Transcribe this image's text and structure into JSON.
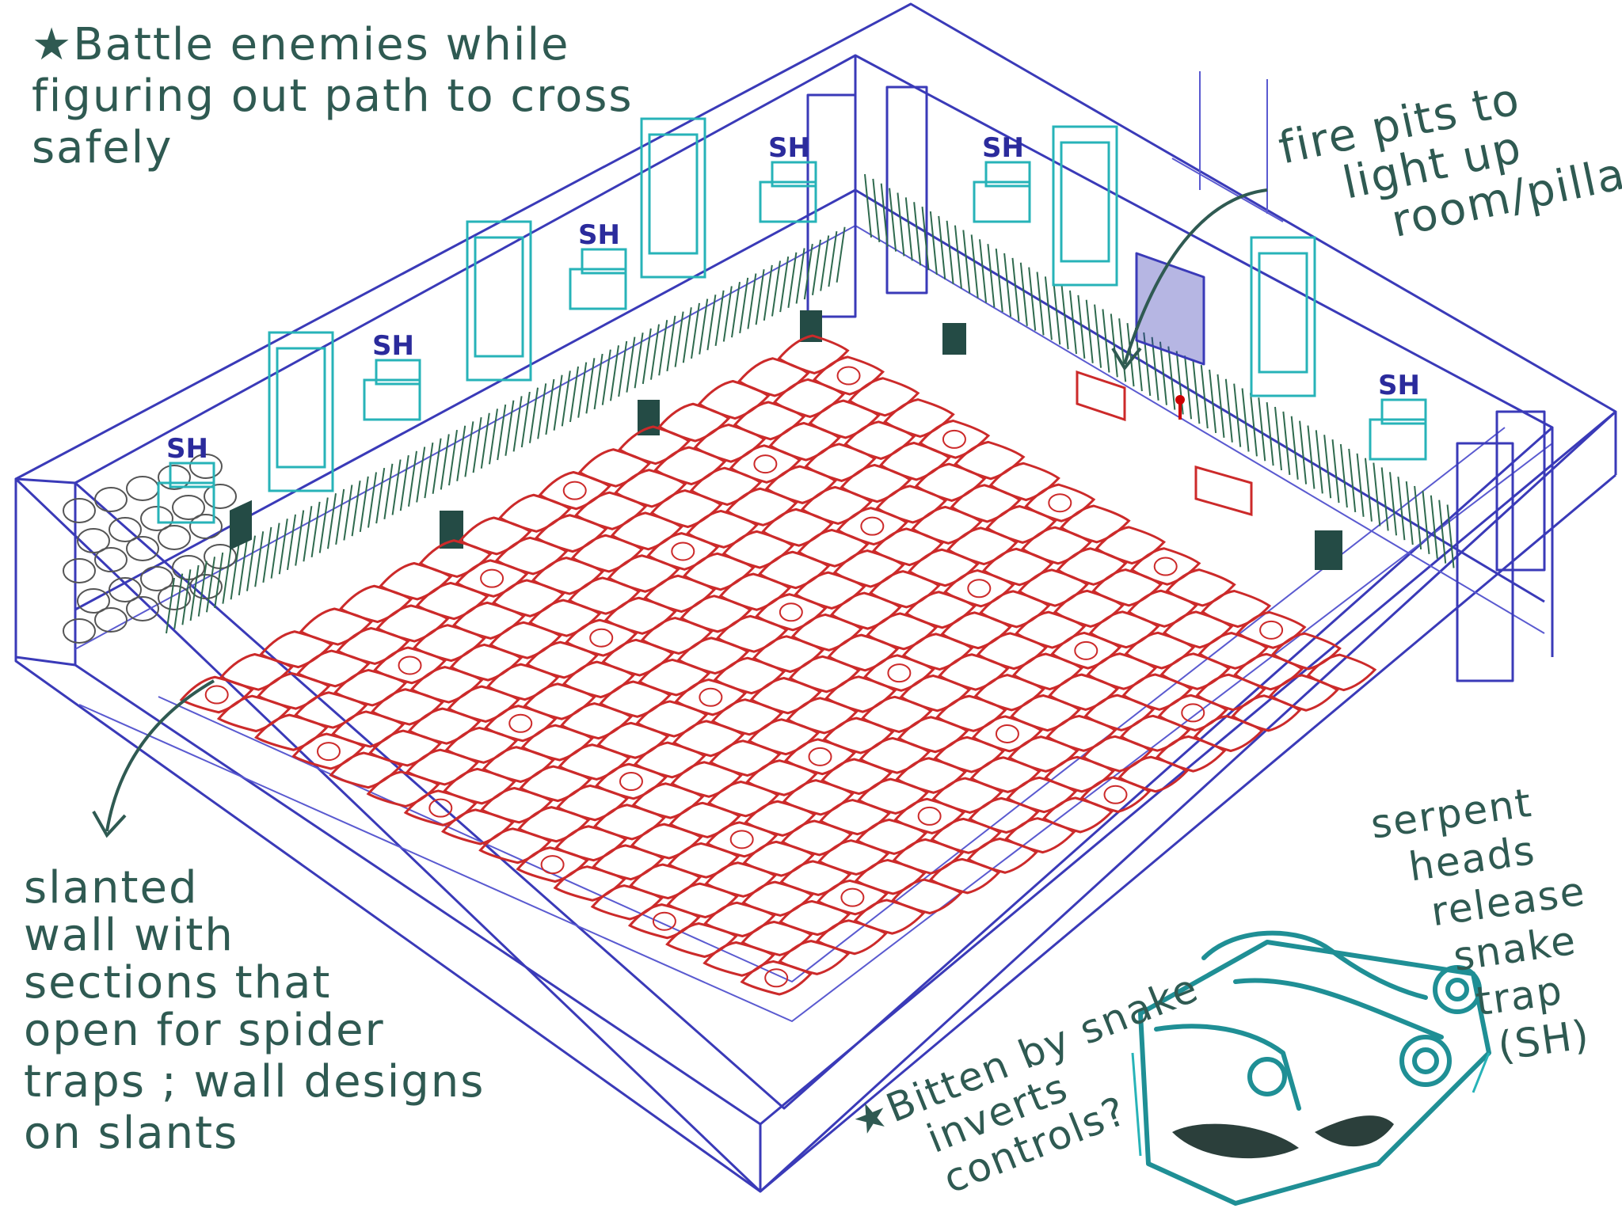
{
  "notes": {
    "battle": [
      "★Battle enemies while",
      "figuring out path to cross",
      "safely"
    ],
    "fire": [
      "fire pits to",
      "light up",
      "room/pillars"
    ],
    "slanted": [
      "slanted",
      "wall with",
      "sections that",
      "open for spider",
      "traps ; wall designs",
      "on slants"
    ],
    "bitten": [
      "★Bitten by snake",
      "inverts",
      "controls?"
    ],
    "serpent": [
      "serpent",
      "heads",
      "release",
      "snake",
      "trap",
      "(SH)"
    ]
  },
  "sh_label": "SH",
  "sh_count": 7,
  "floor": {
    "rows": 16,
    "cols": 16
  },
  "colors": {
    "wall_lines": "#3a3ab8",
    "floor_tiles": "#cc2a2a",
    "serpent_heads": "#27b3b8",
    "notes": "#2f5a52"
  }
}
